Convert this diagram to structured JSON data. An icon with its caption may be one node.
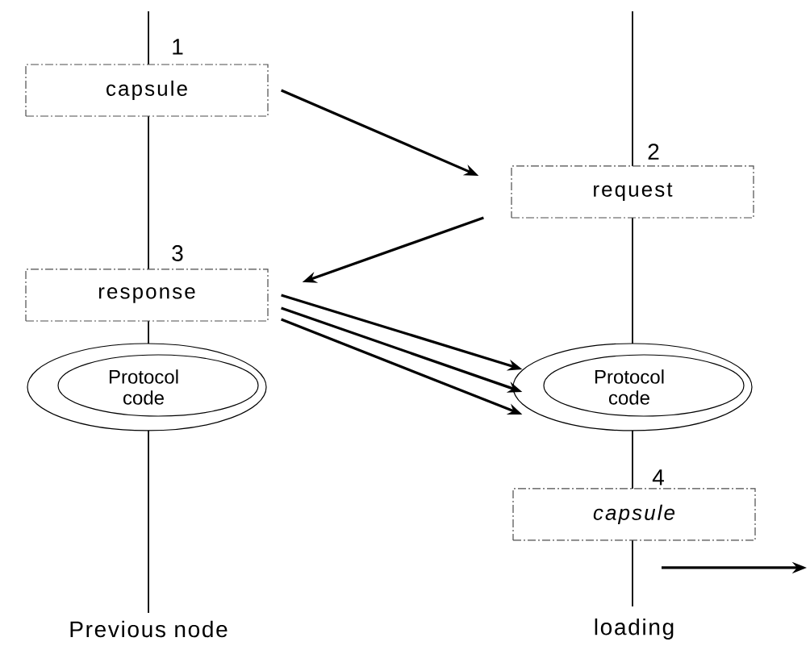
{
  "diagram": {
    "nodes": [
      {
        "text": [
          "capsule"
        ],
        "beside": [
          "1"
        ]
      },
      {
        "text": [
          "request"
        ],
        "beside": [
          "2"
        ]
      },
      {
        "text": [
          "response"
        ],
        "beside": [
          "3"
        ]
      },
      {
        "text": [
          "Protocol code"
        ]
      },
      {
        "text": [
          "Protocol code"
        ]
      },
      {
        "text": [
          "capsule"
        ],
        "beside": [
          "4"
        ]
      }
    ],
    "edges": [
      {
        "from": 0,
        "to": 1,
        "arrow": "to"
      },
      {
        "from": 1,
        "to": 2,
        "arrow": "to"
      },
      {
        "from": 2,
        "to": 4,
        "arrow": "to"
      },
      {
        "from": 2,
        "to": 4,
        "arrow": "to"
      },
      {
        "from": 2,
        "to": 4,
        "arrow": "to"
      }
    ],
    "labels": [
      "Previous node",
      "loading"
    ]
  }
}
